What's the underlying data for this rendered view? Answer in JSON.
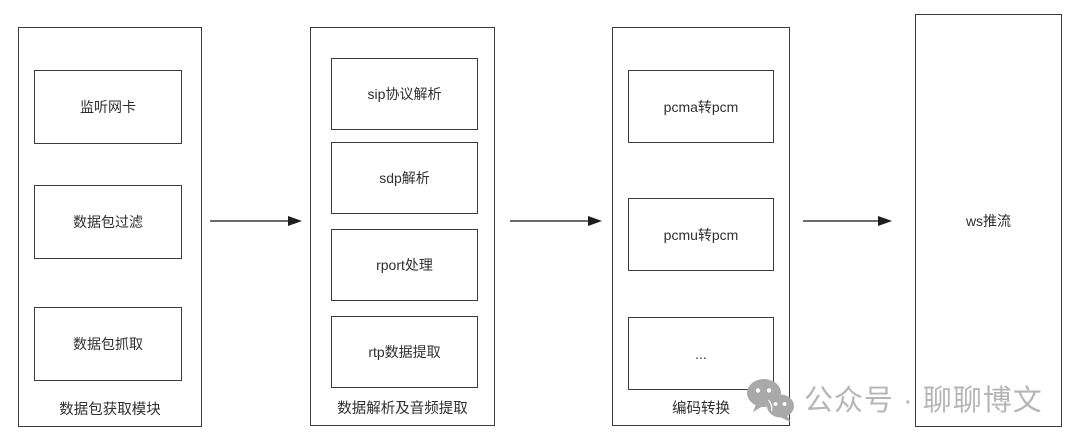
{
  "diagram": {
    "title": "voip-audio-capture-pipeline",
    "colors": {
      "border": "#3a3a3a",
      "text": "#2f2f2f",
      "background": "#ffffff",
      "watermark": "#b6b6b6"
    },
    "columns": [
      {
        "label": "数据包获取模块",
        "items": [
          {
            "label": "监听网卡"
          },
          {
            "label": "数据包过滤"
          },
          {
            "label": "数据包抓取"
          }
        ]
      },
      {
        "label": "数据解析及音频提取",
        "items": [
          {
            "label": "sip协议解析"
          },
          {
            "label": "sdp解析"
          },
          {
            "label": "rport处理"
          },
          {
            "label": "rtp数据提取"
          }
        ]
      },
      {
        "label": "编码转换",
        "items": [
          {
            "label": "pcma转pcm"
          },
          {
            "label": "pcmu转pcm"
          },
          {
            "label": "..."
          }
        ]
      },
      {
        "label": "ws推流",
        "items": []
      }
    ],
    "arrows": [
      {
        "from": "数据包获取模块",
        "to": "数据解析及音频提取"
      },
      {
        "from": "数据解析及音频提取",
        "to": "编码转换"
      },
      {
        "from": "编码转换",
        "to": "ws推流"
      }
    ]
  },
  "watermark": {
    "icon": "wechat-icon",
    "text": "公众号 · 聊聊博文"
  }
}
